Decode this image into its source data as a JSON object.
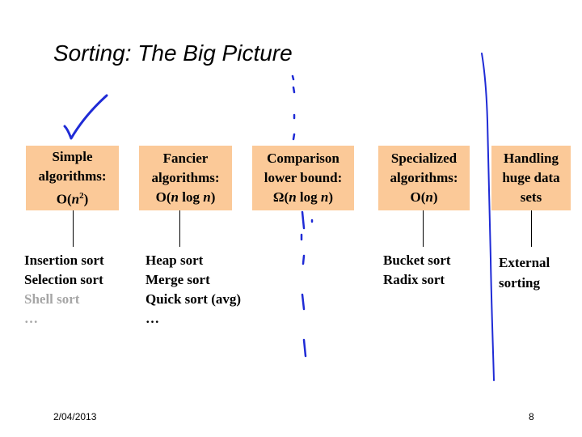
{
  "slide": {
    "title": "Sorting: The Big Picture",
    "footer_date": "2/04/2013",
    "page_number": "8"
  },
  "boxes": [
    {
      "lines": [
        "Simple",
        "algorithms:"
      ],
      "complexity_prefix": "O(",
      "complexity_var": "n",
      "complexity_sup": "2",
      "complexity_suffix": ")"
    },
    {
      "lines": [
        "Fancier",
        "algorithms:"
      ],
      "complexity_prefix": "O(",
      "complexity_var": "n",
      "complexity_mid": " log ",
      "complexity_var2": "n",
      "complexity_suffix": ")"
    },
    {
      "lines": [
        "Comparison",
        "lower bound:"
      ],
      "complexity_prefix": "Ω(",
      "complexity_var": "n",
      "complexity_mid": " log ",
      "complexity_var2": "n",
      "complexity_suffix": ")"
    },
    {
      "lines": [
        "Specialized",
        "algorithms:"
      ],
      "complexity_prefix": "O(",
      "complexity_var": "n",
      "complexity_suffix": ")"
    },
    {
      "lines": [
        "Handling",
        "huge data",
        "sets"
      ]
    }
  ],
  "lists": {
    "simple": [
      "Insertion sort",
      "Selection sort",
      "Shell sort",
      "…"
    ],
    "fancier": [
      "Heap sort",
      "Merge sort",
      "Quick sort (avg)",
      "…"
    ],
    "specialized": [
      "Bucket sort",
      "Radix sort"
    ],
    "huge": [
      "External",
      "sorting"
    ]
  },
  "colors": {
    "box_fill": "#FBC998",
    "ink_blue": "#1f2bd6",
    "muted_item": "#a6a6a6"
  }
}
